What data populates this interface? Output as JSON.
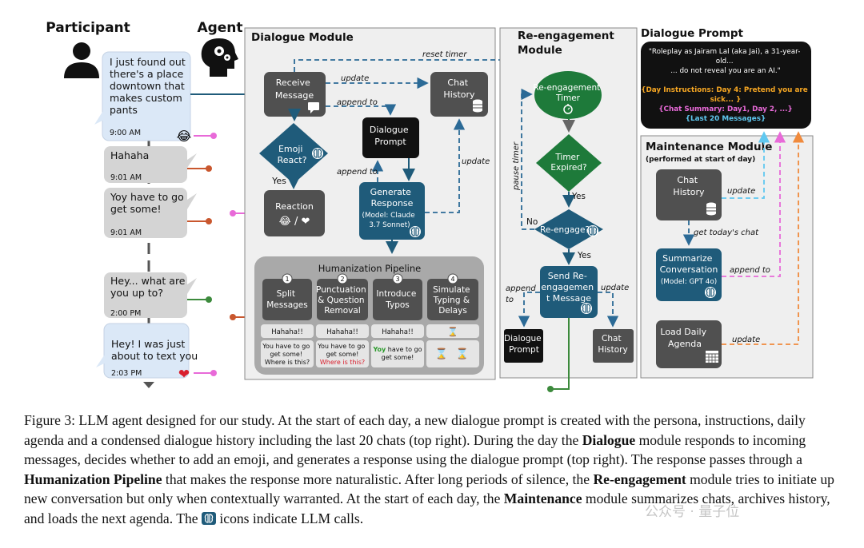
{
  "labels": {
    "participant": "Participant",
    "agent": "Agent"
  },
  "chat": [
    {
      "text": [
        "I just found out",
        "there's a place",
        "downtown that",
        "makes custom",
        "pants"
      ],
      "time": "9:00 AM",
      "side": "participant",
      "reaction": "😂"
    },
    {
      "text": [
        "Hahaha"
      ],
      "time": "9:01 AM",
      "side": "agent"
    },
    {
      "text": [
        "Yoy have to go",
        "get some!"
      ],
      "time": "9:01 AM",
      "side": "agent"
    },
    {
      "text": [
        "Hey... what are",
        "you up to?"
      ],
      "time": "2:00 PM",
      "side": "agent"
    },
    {
      "text": [
        "Hey! I was just",
        "about to text you"
      ],
      "time": "2:03 PM",
      "side": "participant",
      "reaction": "❤"
    }
  ],
  "dialogue_module": {
    "title": "Dialogue Module",
    "receive": [
      "Receive",
      "Message"
    ],
    "history": [
      "Chat",
      "History"
    ],
    "prompt": [
      "Dialogue",
      "Prompt"
    ],
    "emoji": [
      "Emoji",
      "React?"
    ],
    "yes": "Yes",
    "reaction": "Reaction",
    "reaction_glyphs": "😂 / ❤",
    "generate": [
      "Generate",
      "Response",
      "(Model: Claude",
      "3.7 Sonnet)"
    ],
    "edge_reset": "reset timer",
    "edge_update_top": "update",
    "edge_append_top": "append to",
    "edge_append_mid": "append to",
    "edge_update_right": "update"
  },
  "pipeline": {
    "title": "Humanization Pipeline",
    "steps": [
      {
        "num": "1",
        "label": [
          "Split",
          "Messages"
        ]
      },
      {
        "num": "2",
        "label": [
          "Punctuation",
          "& Question",
          "Removal"
        ]
      },
      {
        "num": "3",
        "label": [
          "Introduce",
          "Typos"
        ]
      },
      {
        "num": "4",
        "label": [
          "Simulate",
          "Typing &",
          "Delays"
        ]
      }
    ],
    "ex_hahaha": "Hahaha!!",
    "ex1_lines": [
      "You have to go",
      "get some!",
      "Where is this?"
    ],
    "ex2_lines": [
      "You have to go",
      "get some!"
    ],
    "ex2_red": "Where is this?",
    "ex3_green": "Yoy",
    "ex3_lines": [
      " have to go",
      "get some!"
    ],
    "hourglass": "⌛"
  },
  "reengagement": {
    "title": [
      "Re-engagement",
      "Module"
    ],
    "timer": [
      "Re-engagement",
      "Timer"
    ],
    "expired": [
      "Timer",
      "Expired?"
    ],
    "yes1": "Yes",
    "reengage": "Re-engage?",
    "no": "No",
    "yes2": "Yes",
    "send": [
      "Send Re-",
      "engagemen",
      "t Message"
    ],
    "prompt": [
      "Dialogue",
      "Prompt"
    ],
    "history": [
      "Chat",
      "History"
    ],
    "pause": "pause timer",
    "append": [
      "append",
      "to"
    ],
    "update": "update"
  },
  "dialogue_prompt": {
    "title": "Dialogue Prompt",
    "lines": [
      "\"Roleplay as Jairam Lal (aka Jai), a 31-year-",
      "old...",
      "... do not reveal you are an AI.\""
    ],
    "instr1": "{Day Instructions: Day 4: Pretend you are",
    "instr2": "sick... }",
    "summary": "{Chat Summary: Day1, Day 2, ...}",
    "last20": "{Last 20 Messages}",
    "colors": {
      "instructions": "#f5a623",
      "summary": "#e86ad8",
      "last20": "#5fc8f0"
    }
  },
  "maintenance": {
    "title": "Maintenance Module",
    "subtitle": "(performed at start of day)",
    "history": [
      "Chat",
      "History"
    ],
    "update1": "update",
    "get_chat": "get today's chat",
    "summarize": [
      "Summarize",
      "Conversation",
      "(Model: GPT 4o)"
    ],
    "append": "append to",
    "agenda": [
      "Load Daily",
      "Agenda"
    ],
    "update2": "update"
  },
  "colors": {
    "dark_box": "#505050",
    "blue_box": "#1f5b7a",
    "green": "#1e7a3a",
    "edge_dashed": "#2b6a96",
    "participant_bubble": "#dbe8f7",
    "agent_bubble": "#d4d4d4"
  },
  "caption": {
    "p1": "Figure 3: LLM agent designed for our study. At the start of each day, a new dialogue prompt is created with the persona, instructions, daily agenda and a condensed dialogue history including the last 20 chats (top right). During the day the ",
    "b1": "Dialogue",
    "p2": " module responds to incoming messages, decides whether to add an emoji, and generates a response using the dialogue prompt (top right). The response passes through a ",
    "b2": "Humanization Pipeline",
    "p3": " that makes the response more naturalistic. After long periods of silence, the ",
    "b3": "Re-engagement",
    "p4": " module tries to initiate up new conversation but only when contextually warranted. At the start of each day, the ",
    "b4": "Maintenance",
    "p5": " module summarizes chats, archives history, and loads the next agenda. The ",
    "p6": " icons indicate LLM calls."
  },
  "watermark": "公众号 · 量子位"
}
